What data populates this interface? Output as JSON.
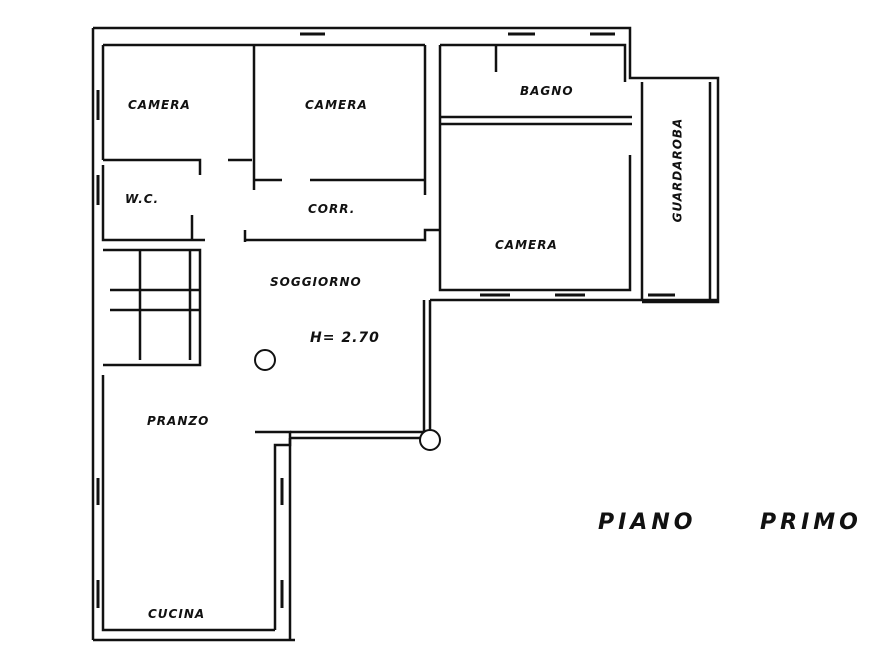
{
  "plan": {
    "title_left": "PIANO",
    "title_right": "PRIMO",
    "rooms": [
      {
        "name": "CAMERA"
      },
      {
        "name": "CAMERA"
      },
      {
        "name": "BAGNO"
      },
      {
        "name": "W.C."
      },
      {
        "name": "CORR."
      },
      {
        "name": "CAMERA"
      },
      {
        "name": "GUARDAROBA"
      },
      {
        "name": "SOGGIORNO"
      },
      {
        "name": "PRANZO"
      },
      {
        "name": "CUCINA"
      }
    ],
    "height_note": "H= 2.70"
  }
}
